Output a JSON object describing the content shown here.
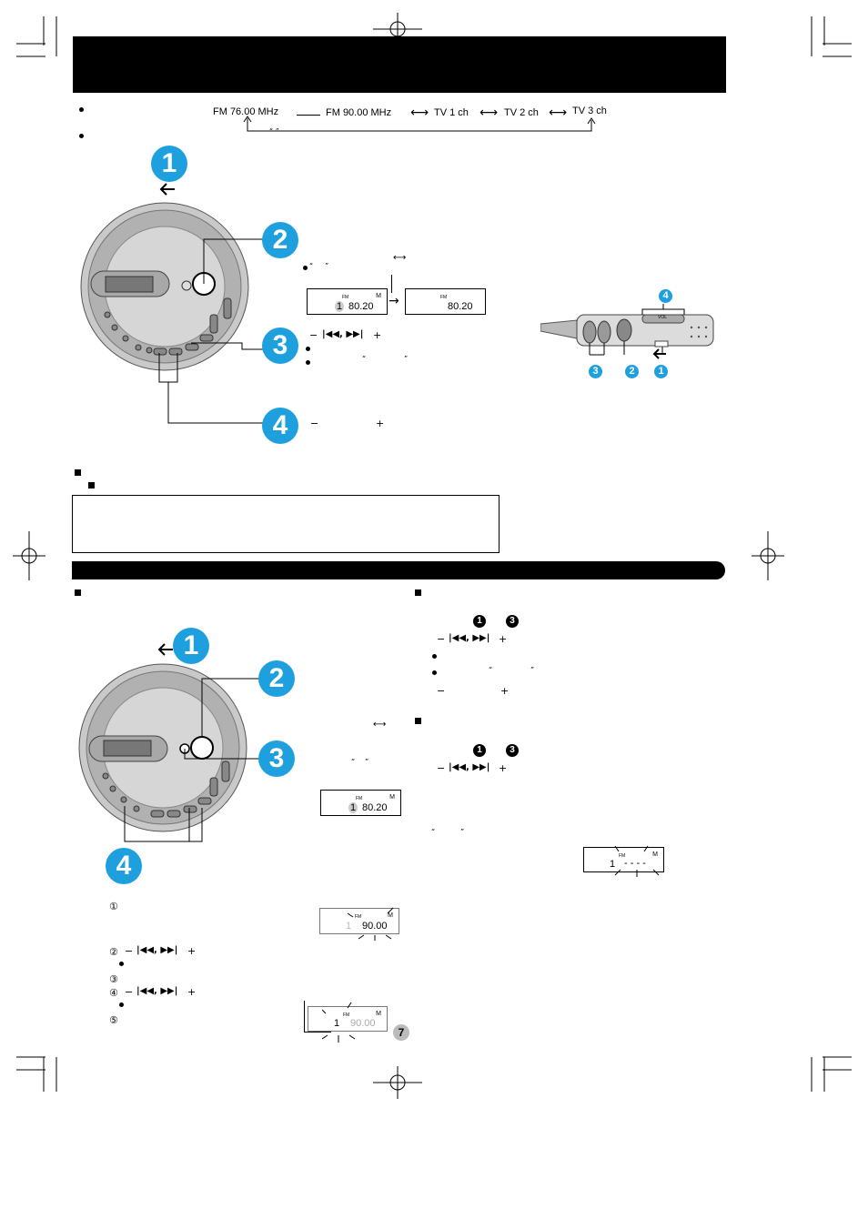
{
  "header_bar": {
    "color": "#000000"
  },
  "band_sequence": {
    "fm_low": "FM 76.00 MHz",
    "fm_high": "FM 90.00 MHz",
    "tv1": "TV 1 ch",
    "tv2": "TV 2 ch",
    "tv3": "TV 3 ch",
    "quote_marks": "“ ”"
  },
  "badges": {
    "one": "1",
    "two": "2",
    "three": "3",
    "four": "4"
  },
  "controls": {
    "minus": "−",
    "plus": "+",
    "skip_buttons": "|◀◀, ▶▶|",
    "quote_open": "“",
    "quote_close": "”",
    "double_arrow": "⟷",
    "arrow_right": "→",
    "and_word": "",
    "step1": "①",
    "step2": "②",
    "step3": "③",
    "step4": "④",
    "step5": "⑤"
  },
  "displays": {
    "fm_label": "FM",
    "m_label": "M",
    "channel": "1",
    "freq_8020": "80.20",
    "freq_9000": "90.00",
    "dashes": "- - - -"
  },
  "remote": {
    "vol_label": "VOL"
  },
  "page_number": "7",
  "accent_color": "#1ea0de"
}
